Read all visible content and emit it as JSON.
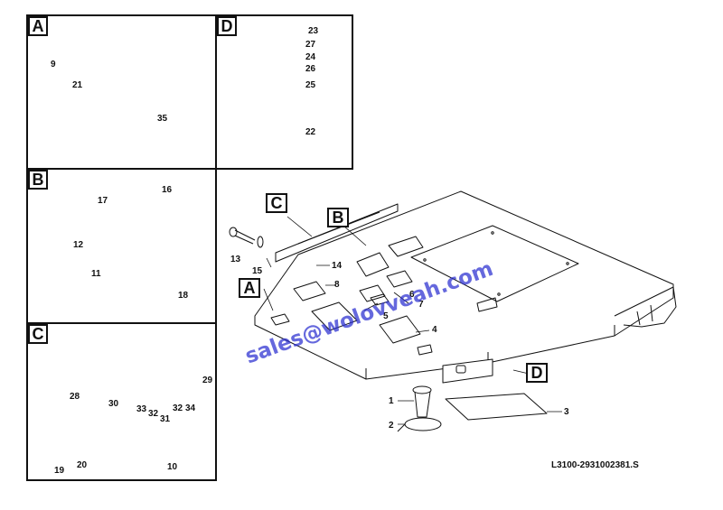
{
  "panels": {
    "a": {
      "label": "A",
      "parts": {
        "p9": "9",
        "p21": "21",
        "p35": "35"
      }
    },
    "b": {
      "label": "B",
      "parts": {
        "p16": "16",
        "p17": "17",
        "p12": "12",
        "p11": "11",
        "p18": "18"
      }
    },
    "c": {
      "label": "C",
      "parts": {
        "p28": "28",
        "p29": "29",
        "p30": "30",
        "p33": "33",
        "p32a": "32",
        "p32b": "32",
        "p34": "34",
        "p31": "31",
        "p19": "19",
        "p20": "20",
        "p10": "10"
      }
    },
    "d": {
      "label": "D",
      "parts": {
        "p23": "23",
        "p27": "27",
        "p24": "24",
        "p26": "26",
        "p25": "25",
        "p22": "22"
      }
    }
  },
  "main": {
    "callouts": {
      "a": "A",
      "b": "B",
      "c": "C",
      "d": "D"
    },
    "parts": {
      "p1": "1",
      "p2": "2",
      "p3": "3",
      "p4": "4",
      "p5": "5",
      "p6": "6",
      "p7": "7",
      "p8": "8",
      "p13": "13",
      "p14": "14",
      "p15": "15"
    }
  },
  "watermark": "sales@wolovveah.com",
  "reference": "L3100-2931002381.S",
  "colors": {
    "line": "#111111",
    "watermark": "#2b2fd0"
  }
}
